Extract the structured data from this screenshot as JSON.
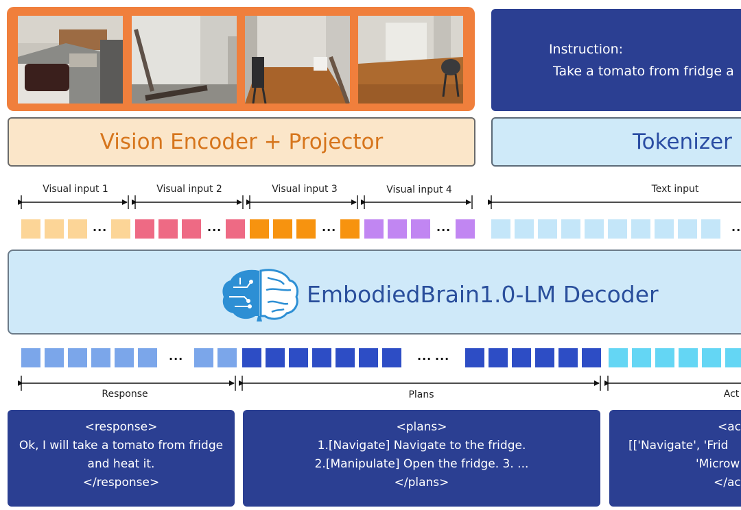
{
  "top": {
    "photos": [
      {
        "name": "scene-kitchen"
      },
      {
        "name": "scene-hallway"
      },
      {
        "name": "scene-room-chair"
      },
      {
        "name": "scene-living-room"
      }
    ],
    "instruction_title": "Instruction:",
    "instruction_text": "Take a tomato from fridge a"
  },
  "vision_encoder_label": "Vision Encoder + Projector",
  "tokenizer_label": "Tokenizer",
  "input_labels": {
    "visual_1": "Visual input 1",
    "visual_2": "Visual input 2",
    "visual_3": "Visual input 3",
    "visual_4": "Visual input 4",
    "text": "Text input"
  },
  "token_colors": {
    "visual_1": "#fcd597",
    "visual_2": "#ee6a84",
    "visual_3": "#f7930f",
    "visual_4": "#c186f2",
    "text": "#c4e6f9",
    "response": "#7ba6ea",
    "plans": "#2d4dc5",
    "actions": "#64d6f4"
  },
  "decoder_label": "EmbodiedBrain1.0-LM Decoder",
  "output_labels": {
    "response": "Response",
    "plans": "Plans",
    "actions": "Act"
  },
  "outputs": {
    "response": [
      "<response>",
      "Ok, I will take a tomato from fridge",
      "and heat it.",
      "</response>"
    ],
    "plans": [
      "<plans>",
      "1.[Navigate] Navigate to the fridge.",
      "2.[Manipulate] Open the fridge. 3. ...",
      "</plans>"
    ],
    "actions": [
      "<act",
      "[['Navigate', 'Frid",
      "'Microw",
      "</act"
    ]
  },
  "dots": "..."
}
